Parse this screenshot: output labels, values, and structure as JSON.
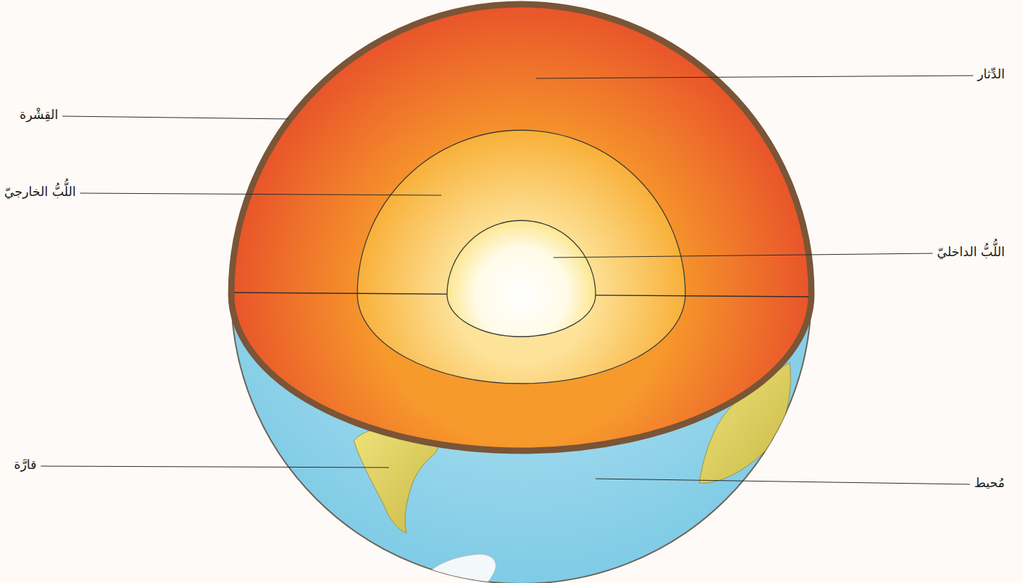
{
  "diagram": {
    "labels": [
      "الدِّثار",
      "القِشْرة",
      "اللُّبُّ الخارجيّ",
      "اللُّبُّ الداخليّ",
      "قارَّة",
      "مُحيط"
    ]
  }
}
